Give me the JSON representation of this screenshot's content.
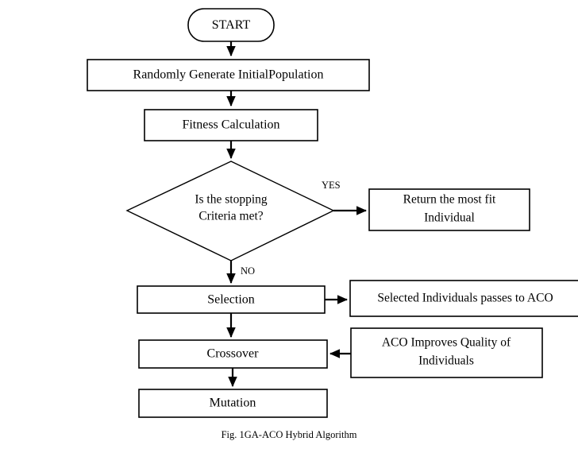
{
  "figure": {
    "caption": "Fig. 1GA-ACO Hybrid Algorithm",
    "background_color": "#ffffff",
    "line_color": "#000000",
    "text_color": "#000000"
  },
  "nodes": {
    "start": {
      "label": "START",
      "shape": "rounded-terminator"
    },
    "initial_population": {
      "label": "Randomly Generate InitialPopulation",
      "shape": "process"
    },
    "fitness": {
      "label": "Fitness Calculation",
      "shape": "process"
    },
    "decision": {
      "label_line1": "Is the stopping",
      "label_line2": "Criteria met?",
      "shape": "diamond"
    },
    "return_fit": {
      "label_line1": "Return the most fit",
      "label_line2": "Individual",
      "shape": "process"
    },
    "selection": {
      "label": "Selection",
      "shape": "process"
    },
    "selected_to_aco": {
      "label": "Selected Individuals passes to ACO",
      "shape": "process"
    },
    "crossover": {
      "label": "Crossover",
      "shape": "process"
    },
    "aco_quality": {
      "label_line1": "ACO Improves Quality of",
      "label_line2": "Individuals",
      "shape": "process"
    },
    "mutation": {
      "label": "Mutation",
      "shape": "process"
    }
  },
  "branch_labels": {
    "yes": "YES",
    "no": "NO"
  }
}
